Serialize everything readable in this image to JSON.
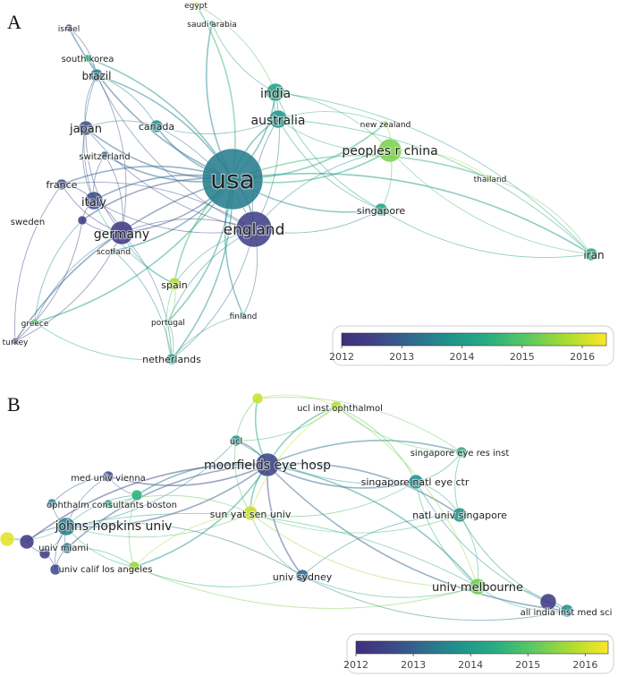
{
  "panels": [
    {
      "letter": "A",
      "legend": {
        "ticks": [
          "2012",
          "2013",
          "2014",
          "2015",
          "2016"
        ],
        "min": 2012,
        "max": 2016.4
      },
      "nodes": [
        {
          "id": "usa",
          "label": "usa",
          "year": 2013.6,
          "weight": 10
        },
        {
          "id": "england",
          "label": "england",
          "year": 2012.6,
          "weight": 6
        },
        {
          "id": "peoples_r_china",
          "label": "peoples r china",
          "year": 2015.4,
          "weight": 4
        },
        {
          "id": "germany",
          "label": "germany",
          "year": 2012.4,
          "weight": 4
        },
        {
          "id": "india",
          "label": "india",
          "year": 2014.2,
          "weight": 3
        },
        {
          "id": "australia",
          "label": "australia",
          "year": 2014.0,
          "weight": 3
        },
        {
          "id": "italy",
          "label": "italy",
          "year": 2012.8,
          "weight": 3
        },
        {
          "id": "japan",
          "label": "japan",
          "year": 2012.9,
          "weight": 2.4
        },
        {
          "id": "brazil",
          "label": "brazil",
          "year": 2013.6,
          "weight": 2.2
        },
        {
          "id": "canada",
          "label": "canada",
          "year": 2013.9,
          "weight": 2
        },
        {
          "id": "france",
          "label": "france",
          "year": 2012.9,
          "weight": 1.8
        },
        {
          "id": "switzerland",
          "label": "switzerland",
          "year": 2013.2,
          "weight": 1.4
        },
        {
          "id": "south_korea",
          "label": "south korea",
          "year": 2014.6,
          "weight": 1.4
        },
        {
          "id": "israel",
          "label": "israel",
          "year": 2012.8,
          "weight": 1.2
        },
        {
          "id": "egypt",
          "label": "egypt",
          "year": 2016.0,
          "weight": 1
        },
        {
          "id": "saudi_arabia",
          "label": "saudi arabia",
          "year": 2014.0,
          "weight": 1
        },
        {
          "id": "new_zealand",
          "label": "new zealand",
          "year": 2015.5,
          "weight": 1
        },
        {
          "id": "thailand",
          "label": "thailand",
          "year": 2016.0,
          "weight": 1
        },
        {
          "id": "singapore",
          "label": "singapore",
          "year": 2014.3,
          "weight": 2.2
        },
        {
          "id": "iran",
          "label": "iran",
          "year": 2014.5,
          "weight": 2.2
        },
        {
          "id": "sweden",
          "label": "sweden",
          "year": 2012.5,
          "weight": 1.4
        },
        {
          "id": "scotland",
          "label": "scotland",
          "year": 2013.5,
          "weight": 1
        },
        {
          "id": "spain",
          "label": "spain",
          "year": 2015.8,
          "weight": 2.2
        },
        {
          "id": "greece",
          "label": "greece",
          "year": 2015.0,
          "weight": 1.2
        },
        {
          "id": "turkey",
          "label": "turkey",
          "year": 2012.5,
          "weight": 1.2
        },
        {
          "id": "portugal",
          "label": "portugal",
          "year": 2014.8,
          "weight": 1
        },
        {
          "id": "finland",
          "label": "finland",
          "year": 2014.2,
          "weight": 1
        },
        {
          "id": "netherlands",
          "label": "netherlands",
          "year": 2014.2,
          "weight": 1.8
        }
      ]
    },
    {
      "letter": "B",
      "legend": {
        "ticks": [
          "2012",
          "2013",
          "2014",
          "2015",
          "2016"
        ],
        "min": 2012,
        "max": 2016.4
      },
      "nodes": [
        {
          "id": "moorfields_eye_hosp",
          "label": "moorfields eye hosp",
          "year": 2012.7,
          "weight": 5
        },
        {
          "id": "ucl_inst_ophthalmol",
          "label": "ucl inst ophthalmol",
          "year": 2015.8,
          "weight": 2
        },
        {
          "id": "ucl",
          "label": "ucl",
          "year": 2014.0,
          "weight": 1.8
        },
        {
          "id": "singapore_eye_res_inst",
          "label": "singapore eye res inst",
          "year": 2014.5,
          "weight": 1.8
        },
        {
          "id": "singapore_natl_eye_ctr",
          "label": "singapore natl eye ctr",
          "year": 2013.9,
          "weight": 2.4
        },
        {
          "id": "natl_univ_singapore",
          "label": "natl univ singapore",
          "year": 2014.0,
          "weight": 2.4
        },
        {
          "id": "sun_yat_sen_univ",
          "label": "sun yat sen univ",
          "year": 2016.0,
          "weight": 2.4
        },
        {
          "id": "med_univ_vienna",
          "label": "med univ vienna",
          "year": 2012.8,
          "weight": 1.8
        },
        {
          "id": "ophthalm_consultants_boston",
          "label": "ophthalm consultants boston",
          "year": 2014.6,
          "weight": 1.8
        },
        {
          "id": "johns_hopkins_univ",
          "label": "johns hopkins univ",
          "year": 2013.6,
          "weight": 3.4
        },
        {
          "id": "univ_miami",
          "label": "univ miami",
          "year": 2013.5,
          "weight": 1.8
        },
        {
          "id": "univ_calif_los_angeles",
          "label": "univ calif los angeles",
          "year": 2015.6,
          "weight": 1.8
        },
        {
          "id": "univ_sydney",
          "label": "univ sydney",
          "year": 2013.2,
          "weight": 2.2
        },
        {
          "id": "univ_melbourne",
          "label": "univ melbourne",
          "year": 2015.3,
          "weight": 3
        },
        {
          "id": "all_india_inst_med_sci",
          "label": "all india inst med sci",
          "year": 2013.9,
          "weight": 2
        }
      ]
    }
  ]
}
